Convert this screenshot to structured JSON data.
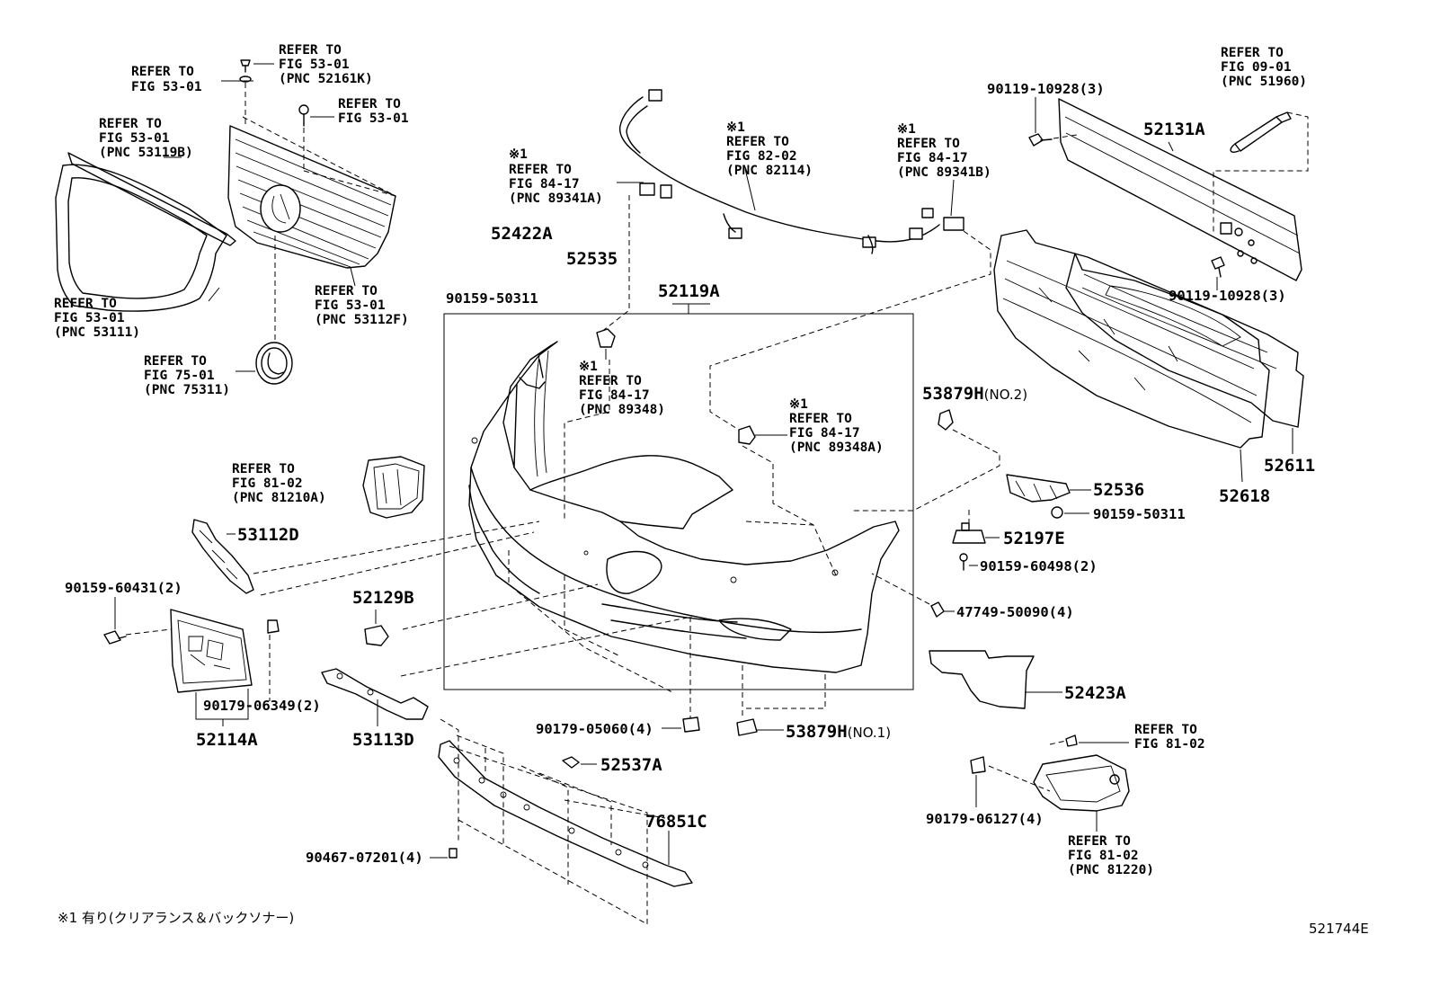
{
  "diagram_id": "521744E",
  "footnote": "※1 有り(クリアランス＆バックソナー)",
  "refs": {
    "r_5301_a": [
      "REFER TO",
      "FIG 53-01",
      "(PNC 52161K)"
    ],
    "r_5301_b": [
      "REFER TO",
      "FIG 53-01"
    ],
    "r_5301_c": [
      "REFER TO",
      "FIG 53-01"
    ],
    "r_53119b": [
      "REFER TO",
      "FIG 53-01",
      "(PNC 53119B)"
    ],
    "r_53111": [
      "REFER TO",
      "FIG 53-01",
      "(PNC 53111)"
    ],
    "r_53112f": [
      "REFER TO",
      "FIG 53-01",
      "(PNC 53112F)"
    ],
    "r_75311": [
      "REFER TO",
      "FIG 75-01",
      "(PNC 75311)"
    ],
    "r_89341a": [
      "※1",
      "REFER TO",
      "FIG 84-17",
      "(PNC 89341A)"
    ],
    "r_82114": [
      "※1",
      "REFER TO",
      "FIG 82-02",
      "(PNC 82114)"
    ],
    "r_89341b": [
      "※1",
      "REFER TO",
      "FIG 84-17",
      "(PNC 89341B)"
    ],
    "r_51960": [
      "REFER TO",
      "FIG 09-01",
      "(PNC 51960)"
    ],
    "r_89348": [
      "※1",
      "REFER TO",
      "FIG 84-17",
      "(PNC 89348)"
    ],
    "r_89348a": [
      "※1",
      "REFER TO",
      "FIG 84-17",
      "(PNC 89348A)"
    ],
    "r_81210a": [
      "REFER TO",
      "FIG 81-02",
      "(PNC 81210A)"
    ],
    "r_8102": [
      "REFER TO",
      "FIG 81-02"
    ],
    "r_81220": [
      "REFER TO",
      "FIG 81-02",
      "(PNC 81220)"
    ]
  },
  "parts": {
    "p52119A": "52119A",
    "p52422A": "52422A",
    "p52535": "52535",
    "p90159_50311_a": "90159-50311",
    "p52131A": "52131A",
    "p90119_10928_a": "90119-10928(3)",
    "p90119_10928_b": "90119-10928(3)",
    "p52611": "52611",
    "p52618": "52618",
    "p53879H_no2": "53879H",
    "p53879H_no2_sfx": "(NO.2)",
    "p52536": "52536",
    "p90159_50311_b": "90159-50311",
    "p52197E": "52197E",
    "p90159_60498": "90159-60498(2)",
    "p47749_50090": "47749-50090(4)",
    "p52423A": "52423A",
    "p53112D": "53112D",
    "p90159_60431": "90159-60431(2)",
    "p52129B": "52129B",
    "p90179_06349": "90179-06349(2)",
    "p52114A": "52114A",
    "p53113D": "53113D",
    "p90179_05060": "90179-05060(4)",
    "p53879H_no1": "53879H",
    "p53879H_no1_sfx": "(NO.1)",
    "p52537A": "52537A",
    "p76851C": "76851C",
    "p90467_07201": "90467-07201(4)",
    "p90179_06127": "90179-06127(4)"
  }
}
